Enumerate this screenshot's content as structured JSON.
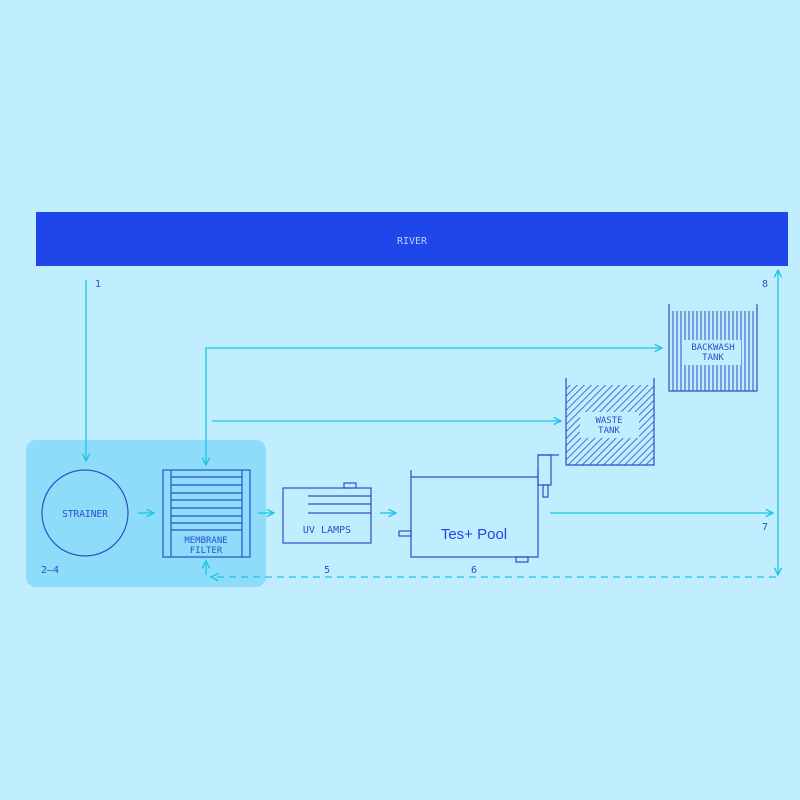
{
  "colors": {
    "background": "#c0eefe",
    "river": "#1f46e8",
    "outline": "#2b4fc9",
    "flow": "#1cc4e6",
    "highlight": "#8ddcfa"
  },
  "river": {
    "label": "RIVER"
  },
  "steps": {
    "s1": "1",
    "s2_4": "2–4",
    "s5": "5",
    "s6": "6",
    "s7": "7",
    "s8": "8"
  },
  "components": {
    "strainer": "STRAINER",
    "membrane_line1": "MEMBRANE",
    "membrane_line2": "FILTER",
    "uv": "UV LAMPS",
    "pool": "Tes+ Pool",
    "waste_line1": "WASTE",
    "waste_line2": "TANK",
    "backwash_line1": "BACKWASH",
    "backwash_line2": "TANK"
  }
}
